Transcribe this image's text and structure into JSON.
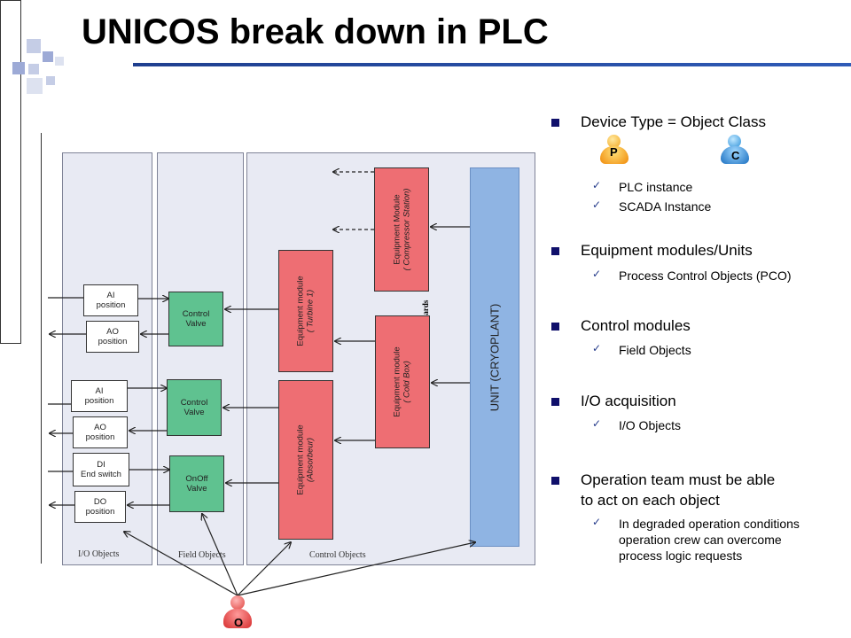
{
  "title": "UNICOS break down in PLC",
  "colors": {
    "title_bar": "#1f3f8f",
    "panel": "#e8eaf3",
    "field_object": "#5fc290",
    "equipment_module": "#ee6e73",
    "unit": "#8fb4e3",
    "bullet": "#10106b"
  },
  "diagram": {
    "io_boards_label": "I/O Boards",
    "panels": {
      "io": "I/O Objects",
      "field": "Field Objects",
      "control": "Control Objects"
    },
    "io_objects": {
      "ai1": "AI\nposition",
      "ao1": "AO\nposition",
      "ai2": "AI\nposition",
      "ao2": "AO\nposition",
      "di": "DI\nEnd switch",
      "do": "DO\nposition"
    },
    "field_objects": {
      "cv1": "Control\nValve",
      "cv2": "Control\nValve",
      "onoff": "OnOff\nValve"
    },
    "equipment_modules": {
      "compressor": {
        "line1": "Equipment Module",
        "line2": "( Compressor Station)"
      },
      "turbine": {
        "line1": "Equipment module",
        "line2": "( Turbine 1)"
      },
      "coldbox": {
        "line1": "Equipment module",
        "line2": "( Cold Box)"
      },
      "absorbeur": {
        "line1": "Equipment module",
        "line2": "(Absorbeur)"
      }
    },
    "unit_label": "UNIT (CRYOPLANT)",
    "operator_letter": "O"
  },
  "badges": {
    "plc": "P",
    "scada": "C"
  },
  "bullets": [
    {
      "text": "Device Type = Object Class",
      "subs": [
        "PLC instance",
        "SCADA Instance"
      ]
    },
    {
      "text": "Equipment modules/Units",
      "subs": [
        "Process Control Objects (PCO)"
      ]
    },
    {
      "text": "Control modules",
      "subs": [
        "Field Objects"
      ]
    },
    {
      "text": "I/O acquisition",
      "subs": [
        "I/O Objects"
      ]
    },
    {
      "text": "Operation team must be able",
      "text2": "to act on each object",
      "subs": [
        "In degraded operation conditions",
        "operation crew can overcome",
        "process logic requests"
      ]
    }
  ],
  "icons": {
    "check": "checkmark-icon",
    "person": "user-icon"
  }
}
